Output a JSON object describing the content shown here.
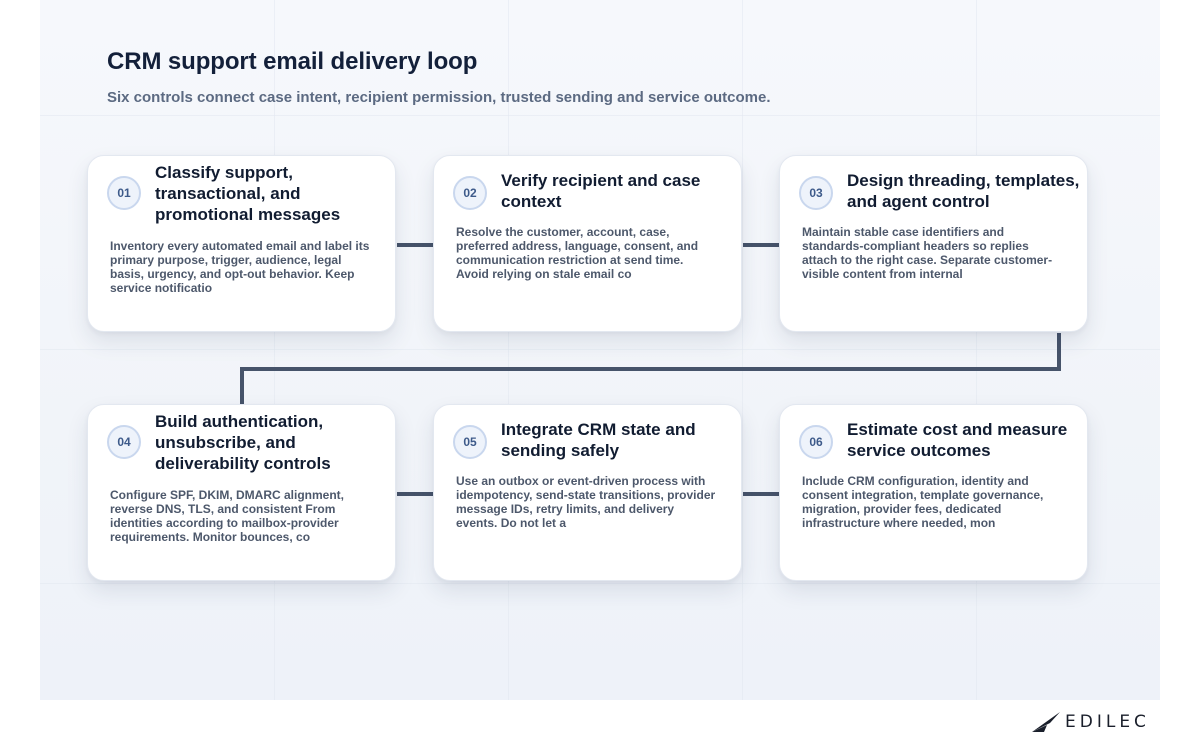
{
  "header": {
    "title": "CRM support email delivery loop",
    "subtitle": "Six controls connect case intent, recipient permission, trusted sending and service outcome."
  },
  "steps": [
    {
      "number": "01",
      "title": "Classify support, transactional, and promotional messages",
      "body": "Inventory every automated email and label its primary purpose, trigger, audience, legal basis, urgency, and opt-out behavior. Keep service notificatio"
    },
    {
      "number": "02",
      "title": "Verify recipient and case context",
      "body": "Resolve the customer, account, case, preferred address, language, consent, and communication restriction at send time. Avoid relying on stale email co"
    },
    {
      "number": "03",
      "title": "Design threading, templates, and agent control",
      "body": "Maintain stable case identifiers and standards-compliant headers so replies attach to the right case. Separate customer-visible content from internal"
    },
    {
      "number": "04",
      "title": "Build authentication, unsubscribe, and deliverability controls",
      "body": "Configure SPF, DKIM, DMARC alignment, reverse DNS, TLS, and consistent From identities according to mailbox-provider requirements. Monitor bounces, co"
    },
    {
      "number": "05",
      "title": "Integrate CRM state and sending safely",
      "body": "Use an outbox or event-driven process with idempotency, send-state transitions, provider message IDs, retry limits, and delivery events. Do not let a"
    },
    {
      "number": "06",
      "title": "Estimate cost and measure service outcomes",
      "body": "Include CRM configuration, identity and consent integration, template governance, migration, provider fees, dedicated infrastructure where needed, mon"
    }
  ],
  "brand": {
    "name": "EDILEC",
    "logo_icon": "edilec-wing-icon"
  },
  "colors": {
    "connector": "#46536a",
    "badge_text": "#3d5a8a",
    "title": "#13203a"
  }
}
